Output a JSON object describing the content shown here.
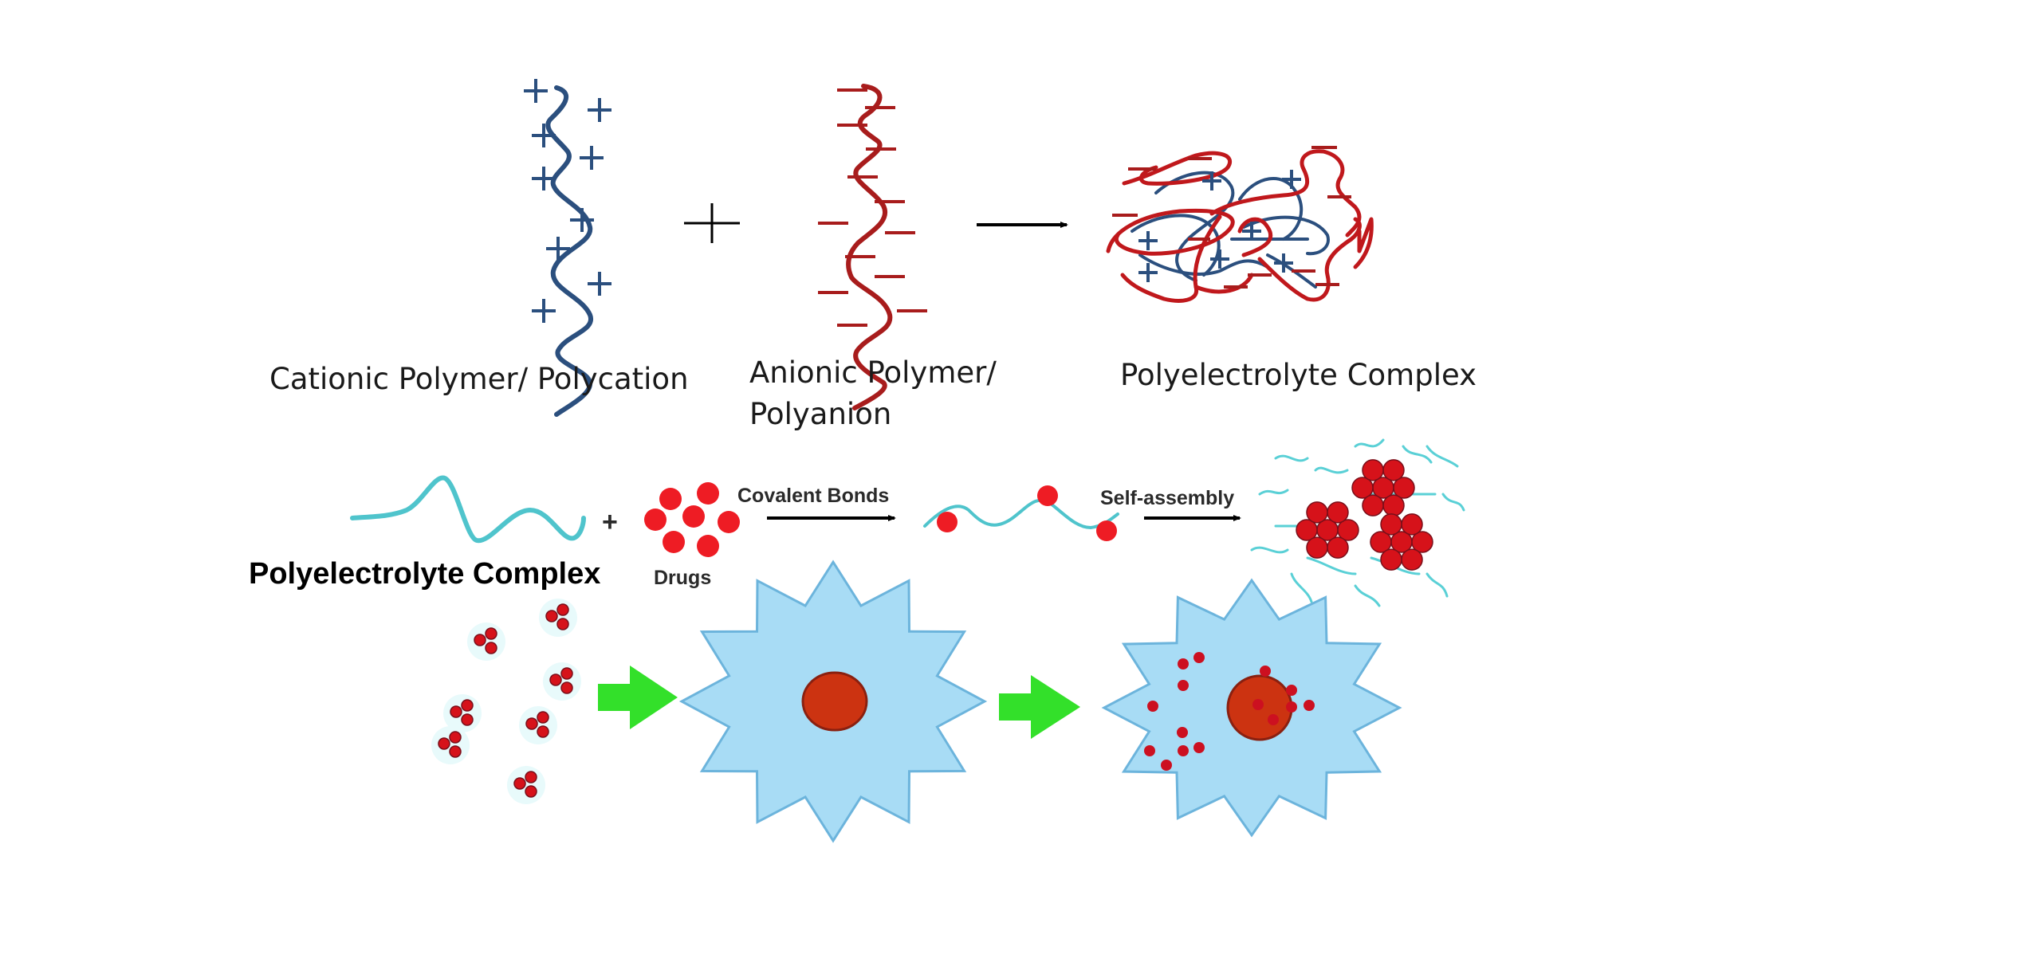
{
  "figure": {
    "row1": {
      "cationic_label": "Cationic Polymer/ Polycation",
      "anionic_label_line1": "Anionic Polymer/",
      "anionic_label_line2": "Polyanion",
      "complex_label": "Polyelectrolyte Complex",
      "plus_operator": "+",
      "cation_charge_symbol": "+",
      "anion_charge_symbol": "−"
    },
    "row2": {
      "plus_operator": "+",
      "drugs_label": "Drugs",
      "step1_label": "Covalent Bonds",
      "step2_label": "Self-assembly",
      "section_label": "Polyelectrolyte Complex"
    },
    "row3": {
      "description": "Micelles enter cell; drug released inside cell"
    },
    "colors": {
      "cation_blue": "#2b4f7e",
      "anion_red": "#a81c1c",
      "polymer_cyan": "#4fc4cc",
      "drug_red": "#ee1c24",
      "cell_blue": "#a8dcf5",
      "nucleus": "#cc3311",
      "arrow_green": "#33e02a"
    }
  }
}
